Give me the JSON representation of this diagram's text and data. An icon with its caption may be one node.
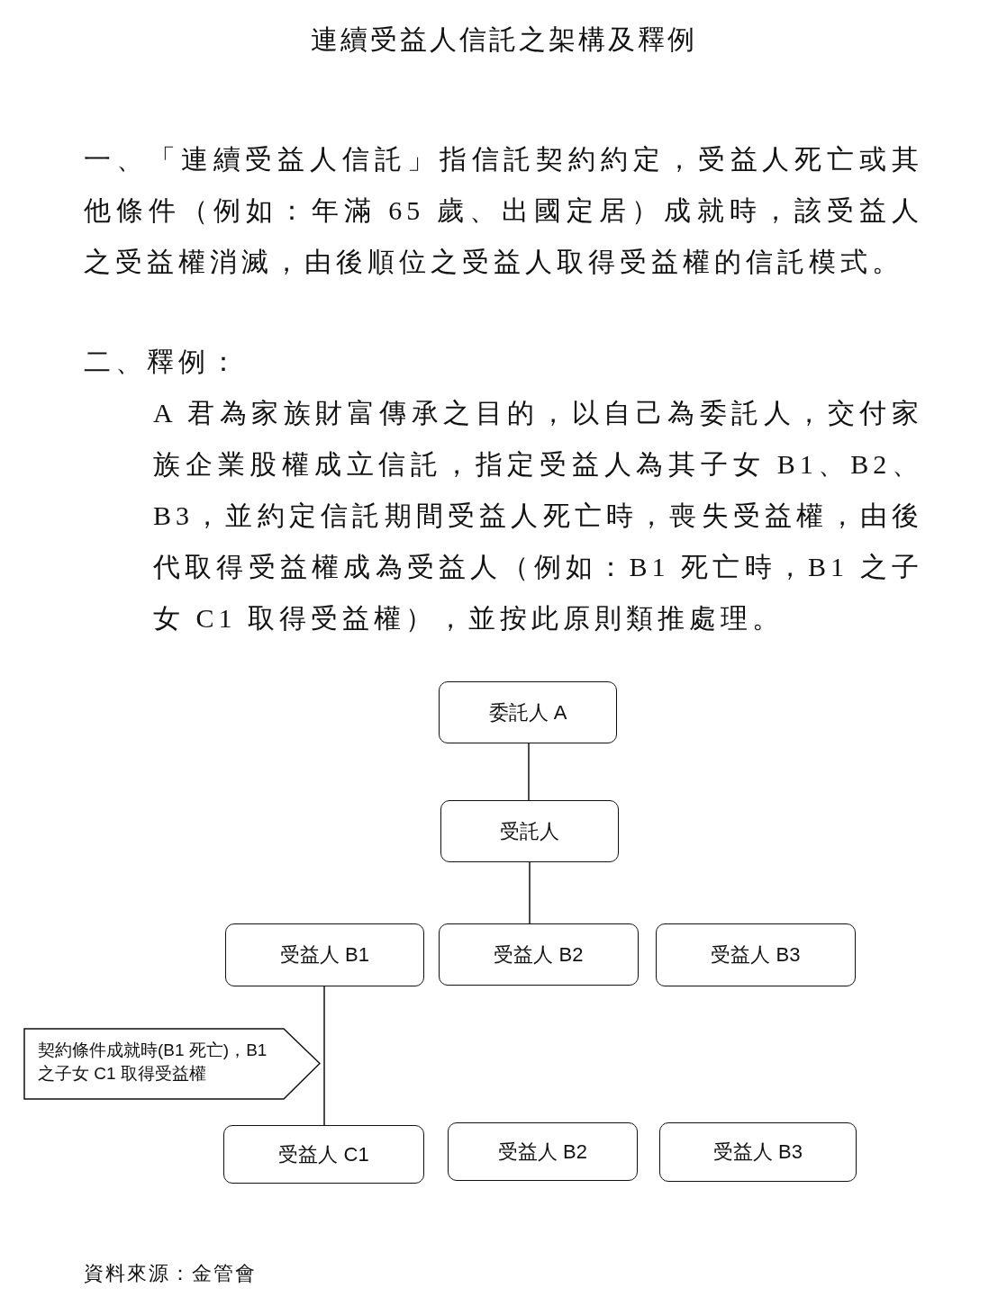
{
  "diagram": {
    "title": "連續受益人信託之架構及釋例",
    "nodes": [
      {
        "text": [
          "委託人 A"
        ]
      },
      {
        "text": [
          "受託人"
        ]
      },
      {
        "text": [
          "受益人 B1"
        ]
      },
      {
        "text": [
          "受益人 B2"
        ]
      },
      {
        "text": [
          "受益人 B3"
        ]
      },
      {
        "text": [
          "契約條件成就時(B1 死亡)，B1 之子女 C1 取得受益權"
        ]
      },
      {
        "text": [
          "受益人 C1"
        ]
      },
      {
        "text": [
          "受益人 B2"
        ]
      },
      {
        "text": [
          "受益人 B3"
        ]
      }
    ],
    "edges": [
      {
        "from": 0,
        "to": 1,
        "arrow": "none"
      },
      {
        "from": 1,
        "to": 3,
        "arrow": "none"
      },
      {
        "from": 2,
        "to": 6,
        "arrow": "none"
      }
    ],
    "labels": [
      "一、「連續受益人信託」指信託契約約定，受益人死亡或其他條件（例如：年滿 65 歲、出國定居）成就時，該受益人之受益權消滅，由後順位之受益人取得受益權的信託模式。",
      "二、釋例：",
      "A 君為家族財富傳承之目的，以自己為委託人，交付家族企業股權成立信託，指定受益人為其子女 B1、B2、B3，並約定信託期間受益人死亡時，喪失受益權，由後代取得受益權成為受益人（例如：B1 死亡時，B1 之子女 C1 取得受益權），並按此原則類推處理。",
      "資料來源：金管會"
    ]
  }
}
